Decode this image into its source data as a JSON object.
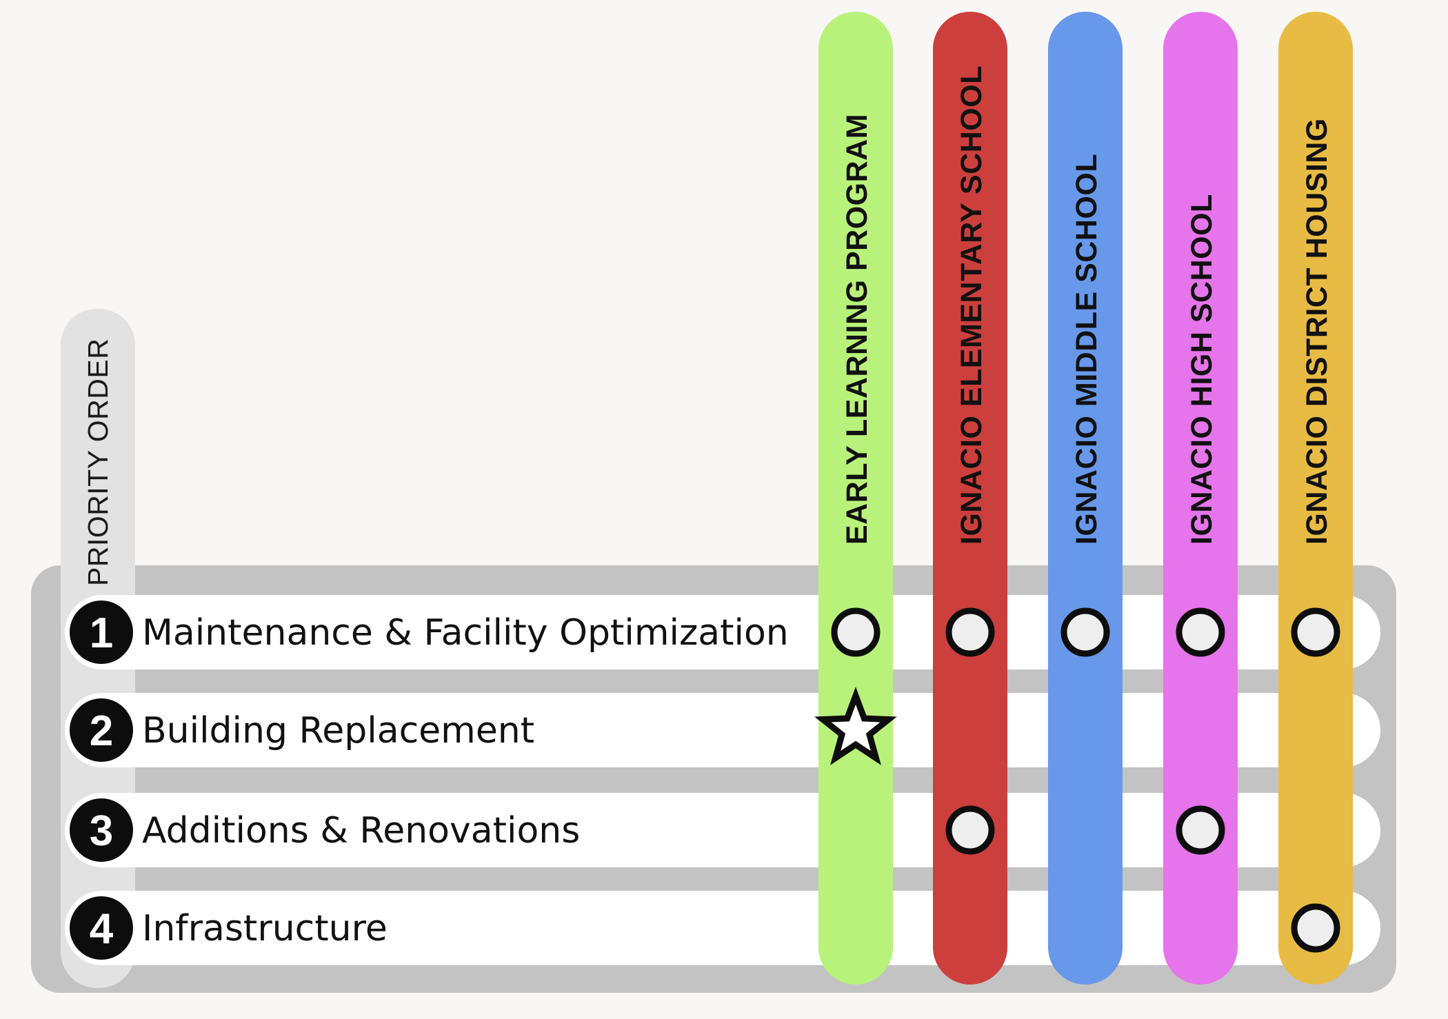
{
  "header": {
    "priority_label": "PRIORITY ORDER"
  },
  "rows": [
    {
      "number": "1",
      "label": "Maintenance & Facility Optimization"
    },
    {
      "number": "2",
      "label": "Building Replacement"
    },
    {
      "number": "3",
      "label": "Additions & Renovations"
    },
    {
      "number": "4",
      "label": "Infrastructure"
    }
  ],
  "columns": [
    {
      "label": "EARLY LEARNING PROGRAM",
      "color": "#b9f27a"
    },
    {
      "label": "IGNACIO ELEMENTARY SCHOOL",
      "color": "#cc3f3d"
    },
    {
      "label": "IGNACIO MIDDLE  SCHOOL",
      "color": "#6798ea"
    },
    {
      "label": "IGNACIO HIGH SCHOOL",
      "color": "#e674eb"
    },
    {
      "label": "IGNACIO DISTRICT HOUSING",
      "color": "#e8bb44"
    }
  ],
  "markers": [
    {
      "row": 0,
      "col": 0,
      "shape": "circle"
    },
    {
      "row": 0,
      "col": 1,
      "shape": "circle"
    },
    {
      "row": 0,
      "col": 2,
      "shape": "circle"
    },
    {
      "row": 0,
      "col": 3,
      "shape": "circle"
    },
    {
      "row": 0,
      "col": 4,
      "shape": "circle"
    },
    {
      "row": 1,
      "col": 0,
      "shape": "star"
    },
    {
      "row": 2,
      "col": 1,
      "shape": "circle"
    },
    {
      "row": 2,
      "col": 3,
      "shape": "circle"
    },
    {
      "row": 3,
      "col": 4,
      "shape": "circle"
    }
  ],
  "colors": {
    "frame": "#c3c3c3",
    "row_bg": "#ffffff",
    "number_badge": "#0d0d0d",
    "priority_bar": "#e2e2e2",
    "marker_fill": "#eeeeee",
    "marker_stroke": "#0d0d0d"
  }
}
